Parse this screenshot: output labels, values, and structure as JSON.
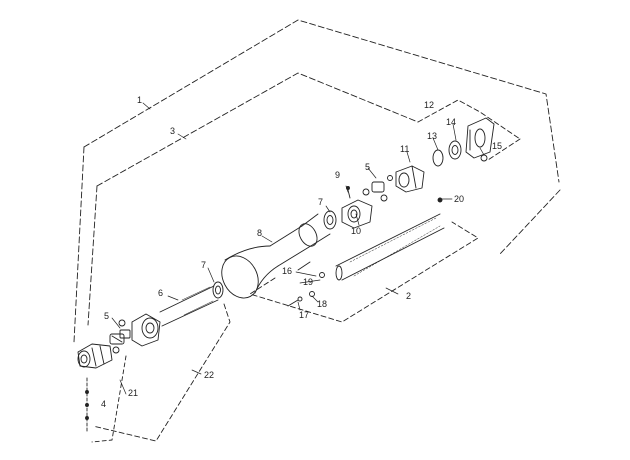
{
  "diagram": {
    "callouts": [
      {
        "id": "c1",
        "label": "1"
      },
      {
        "id": "c2",
        "label": "2"
      },
      {
        "id": "c3",
        "label": "3"
      },
      {
        "id": "c4",
        "label": "4"
      },
      {
        "id": "c5a",
        "label": "5"
      },
      {
        "id": "c5b",
        "label": "5"
      },
      {
        "id": "c6",
        "label": "6"
      },
      {
        "id": "c7a",
        "label": "7"
      },
      {
        "id": "c7b",
        "label": "7"
      },
      {
        "id": "c8",
        "label": "8"
      },
      {
        "id": "c9",
        "label": "9"
      },
      {
        "id": "c10",
        "label": "10"
      },
      {
        "id": "c11",
        "label": "11"
      },
      {
        "id": "c12",
        "label": "12"
      },
      {
        "id": "c13",
        "label": "13"
      },
      {
        "id": "c14",
        "label": "14"
      },
      {
        "id": "c15",
        "label": "15"
      },
      {
        "id": "c16",
        "label": "16"
      },
      {
        "id": "c17",
        "label": "17"
      },
      {
        "id": "c18",
        "label": "18"
      },
      {
        "id": "c19",
        "label": "19"
      },
      {
        "id": "c20",
        "label": "20"
      },
      {
        "id": "c21",
        "label": "21"
      },
      {
        "id": "c22",
        "label": "22"
      }
    ],
    "stroke_color": "#222222",
    "background_color": "#ffffff"
  }
}
